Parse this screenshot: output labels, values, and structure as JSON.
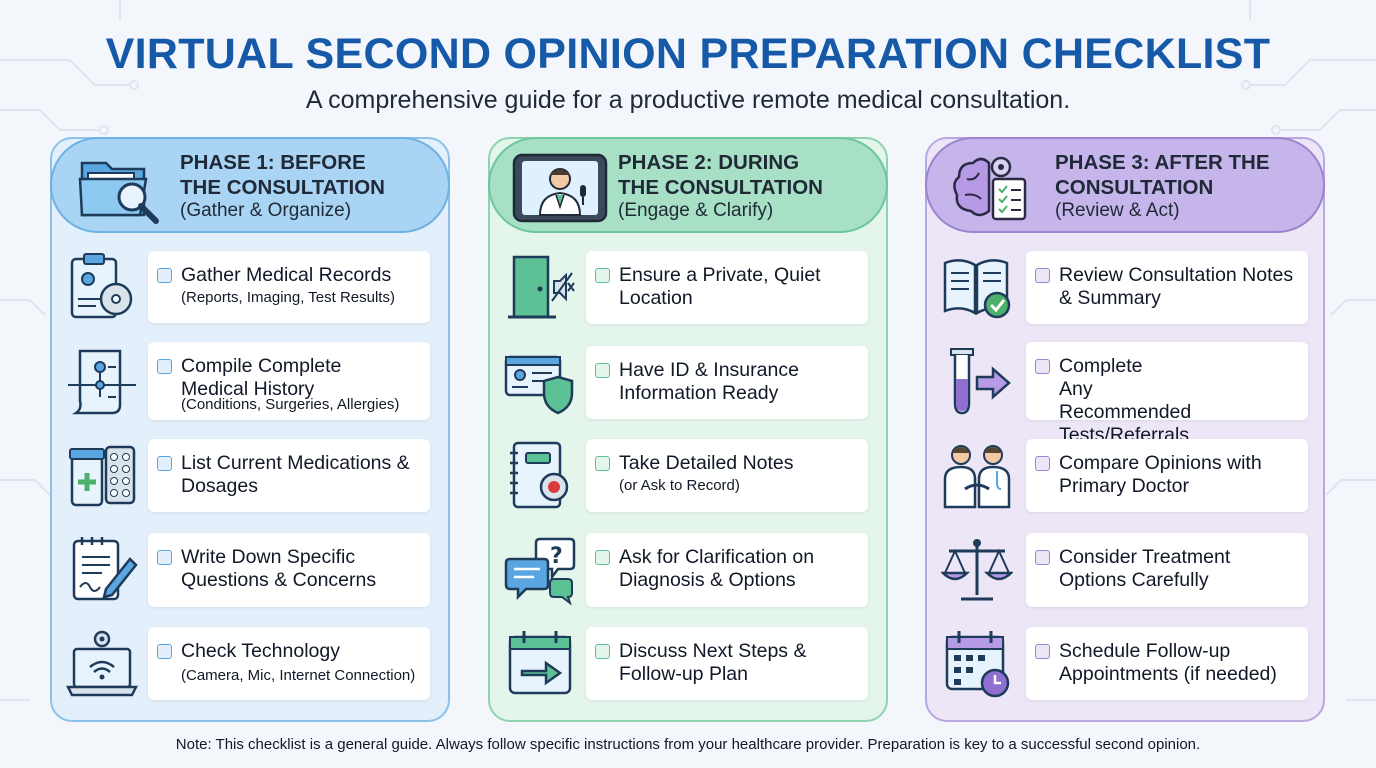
{
  "header": {
    "title": "VIRTUAL SECOND OPINION PREPARATION CHECKLIST",
    "subtitle": "A comprehensive guide for a productive remote medical consultation."
  },
  "colors": {
    "title": "#1559a8",
    "phase1": "#5aa6e0",
    "phase2": "#5cc194",
    "phase3": "#9c84d0"
  },
  "phases": [
    {
      "title_line1": "PHASE 1: BEFORE",
      "title_line2": "THE CONSULTATION",
      "subtitle": "(Gather & Organize)",
      "icon": "folder-search-icon",
      "items": [
        {
          "title": "Gather Medical Records",
          "sub": "(Reports, Imaging, Test Results)",
          "icon": "clipboard-disc-icon"
        },
        {
          "title": "Compile Complete Medical History",
          "sub": "(Conditions, Surgeries, Allergies)",
          "icon": "history-scroll-icon"
        },
        {
          "title": "List Current Medications & Dosages",
          "sub": "",
          "icon": "medication-icon"
        },
        {
          "title": "Write Down Specific Questions & Concerns",
          "sub": "",
          "icon": "notepad-pen-icon"
        },
        {
          "title": "Check Technology",
          "sub": "(Camera, Mic, Internet Connection)",
          "icon": "laptop-wifi-icon"
        }
      ]
    },
    {
      "title_line1": "PHASE 2: DURING",
      "title_line2": "THE CONSULTATION",
      "subtitle": "(Engage & Clarify)",
      "icon": "video-doctor-icon",
      "items": [
        {
          "title": "Ensure a Private, Quiet Location",
          "sub": "",
          "icon": "door-mute-icon"
        },
        {
          "title": "Have ID & Insurance Information Ready",
          "sub": "",
          "icon": "id-card-shield-icon"
        },
        {
          "title": "Take Detailed Notes",
          "sub": "(or Ask to Record)",
          "icon": "notebook-record-icon"
        },
        {
          "title": "Ask for Clarification on Diagnosis & Options",
          "sub": "",
          "icon": "chat-question-icon"
        },
        {
          "title": "Discuss Next Steps & Follow-up Plan",
          "sub": "",
          "icon": "calendar-arrow-icon"
        }
      ]
    },
    {
      "title_line1": "PHASE 3: AFTER THE",
      "title_line2": "CONSULTATION",
      "subtitle": "(Review & Act)",
      "icon": "brain-gear-checklist-icon",
      "items": [
        {
          "title": "Review Consultation Notes & Summary",
          "sub": "",
          "icon": "book-check-icon"
        },
        {
          "title": "Complete Any Recommended Tests/Referrals",
          "sub": "",
          "icon": "test-tube-arrow-icon"
        },
        {
          "title": "Compare Opinions with Primary Doctor",
          "sub": "",
          "icon": "doctors-handshake-icon"
        },
        {
          "title": "Consider Treatment Options Carefully",
          "sub": "",
          "icon": "scale-icon"
        },
        {
          "title": "Schedule Follow-up Appointments (if needed)",
          "sub": "",
          "icon": "calendar-clock-icon"
        }
      ]
    }
  ],
  "footer": {
    "note": "Note: This checklist is a general guide. Always follow specific instructions from your healthcare provider. Preparation is key to a successful second opinion."
  }
}
